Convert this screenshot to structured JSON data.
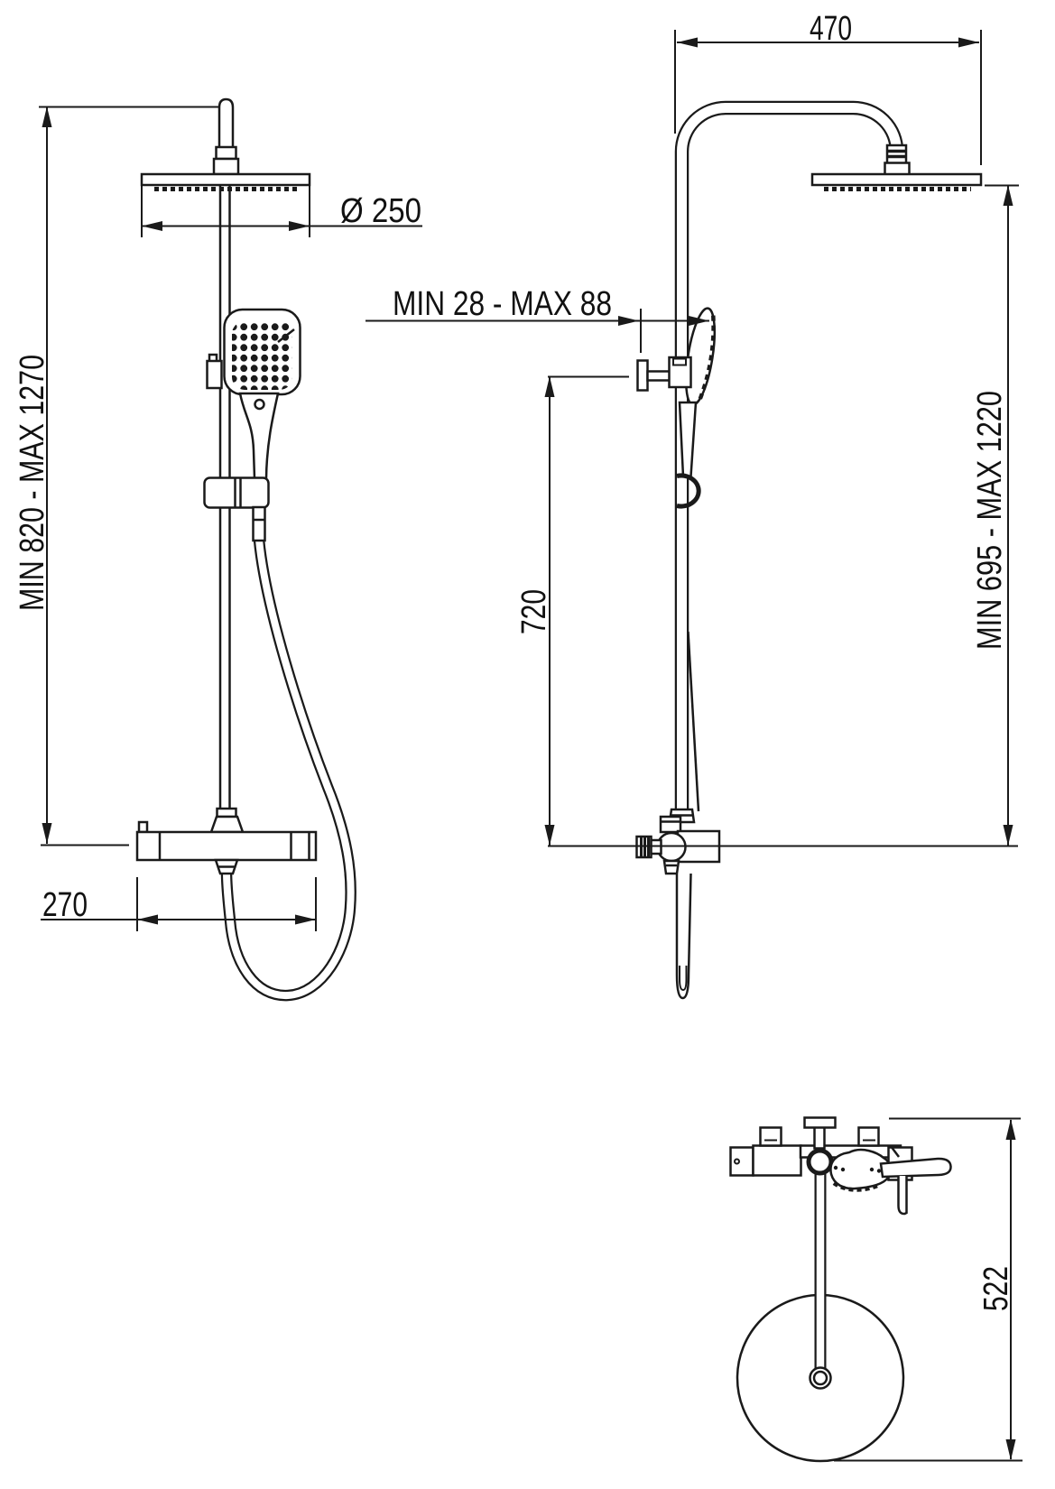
{
  "dimensions": {
    "arm_width": "470",
    "head_diameter": "Ø 250",
    "wall_offset": "MIN 28 - MAX 88",
    "column_height": "MIN 820 - MAX 1270",
    "rail_height": "720",
    "riser_height": "MIN 695 - MAX 1220",
    "mixer_width": "270",
    "hose_drop": "522"
  },
  "colors": {
    "line": "#1a1a1a",
    "background": "#ffffff"
  }
}
